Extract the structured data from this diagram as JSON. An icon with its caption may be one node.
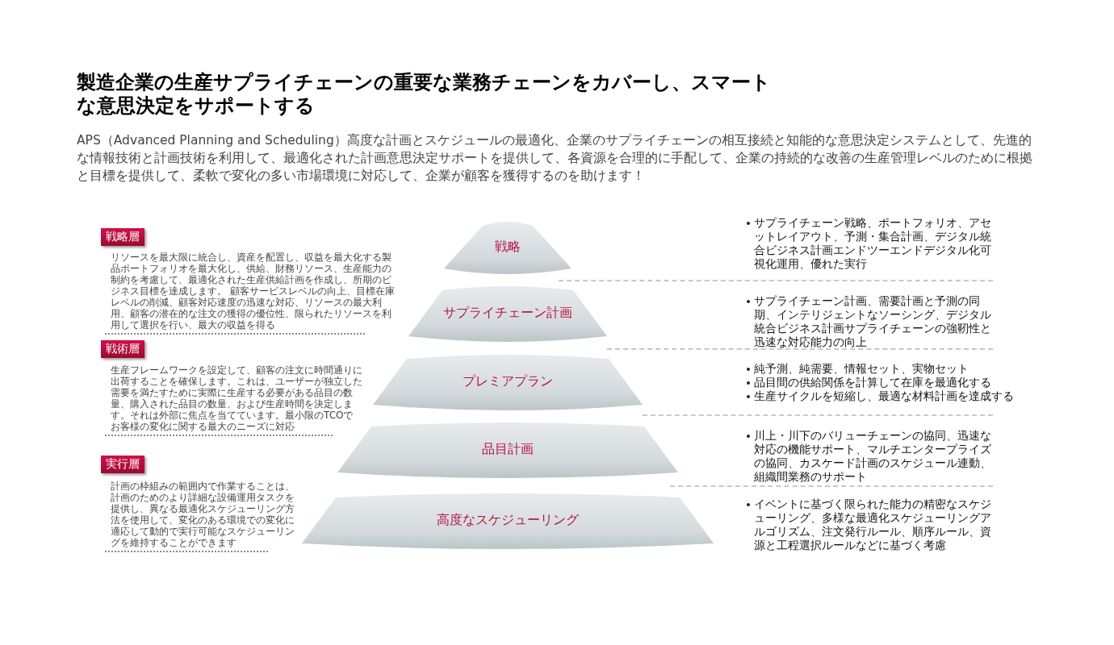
{
  "diagram": {
    "title": "製造企業の生産サプライチェーンの重要な業務チェーンをカバーし、スマートな意思決定をサポートする",
    "caption": "APS（Advanced Planning and Scheduling）高度な計画とスケジュールの最適化、企業のサプライチェーンの相互接続と知能的な意思決定システムとして、先進的な情報技術と計画技術を利用して、最適化された計画意思決定サポートを提供して、各資源を合理的に手配して、企業の持続的な改善の生産管理レベルのために根拠と目標を提供して、柔軟で変化の多い市場環境に対応して、企業が顧客を獲得するのを助けます！",
    "nodes": [
      {
        "text": [
          "戦略層"
        ]
      },
      {
        "text": [
          "戦略"
        ]
      },
      {
        "text": [
          "サプライチェーン計画"
        ]
      },
      {
        "text": [
          "戦術層"
        ]
      },
      {
        "text": [
          "プレミアプラン"
        ]
      },
      {
        "text": [
          "品目計画"
        ]
      },
      {
        "text": [
          "実行層"
        ]
      },
      {
        "text": [
          "高度なスケジューリング"
        ]
      }
    ],
    "edges": [],
    "labels": [
      "サプライチェーン戦略、ポートフォリオ、アセットレイアウト、予測・集合計画、デジタル統合ビジネス計画エンドツーエンドデジタル化可視化運用、優れた実行",
      "リソースを最大限に統合し、資産を配置し、収益を最大化する製品ポートフォリオを最大化し、供給、財務リソース、生産能力の制約を考慮して、最適化された生産供給計画を作成し、所期のビジネス目標を達成します。 顧客サービスレベルの向上、目標在庫レベルの削減、顧客対応速度の迅速な対応、リソースの最大利用、顧客の潜在的な注文の獲得の優位性、限られたリソースを利用して選択を行い、最大の収益を得る",
      "サプライチェーン計画、需要計画と予測の同期、インテリジェントなソーシング、デジタル統合ビジネス計画サプライチェーンの強靭性と迅速な対応能力の向上",
      "純予測、純需要、情報セット、実物セット",
      "品目間の供給関係を計算して在庫を最適化する",
      "生産サイクルを短縮し、最適な材料計画を達成する",
      "生産フレームワークを設定して、顧客の注文に時間通りに出荷することを確保します。これは、ユーザーが独立した需要を満たすために実際に生産する必要がある品目の数量、購入された品目の数量、および生産時間を決定します。それは外部に焦点を当てています。最小限のTCOでお客様の変化に関する最大のニーズに対応",
      "川上・川下のバリューチェーンの協同、迅速な対応の機能サポート、マルチエンタープライズの協同、カスケード計画のスケジュール連動、組織間業務のサポート",
      "計画の枠組みの範囲内で作業することは、計画のためのより詳細な設備運用タスクを提供し、異なる最適化スケジューリング方法を使用して、変化のある環境での変化に適応して動的で実行可能なスケジューリングを維持することができます",
      "イベントに基づく限られた能力の精密なスケジューリング、多様な最適化スケジューリングアルゴリズム、注文発行ルール、順序ルール、資源と工程選択ルールなどに基づく考慮"
    ]
  }
}
